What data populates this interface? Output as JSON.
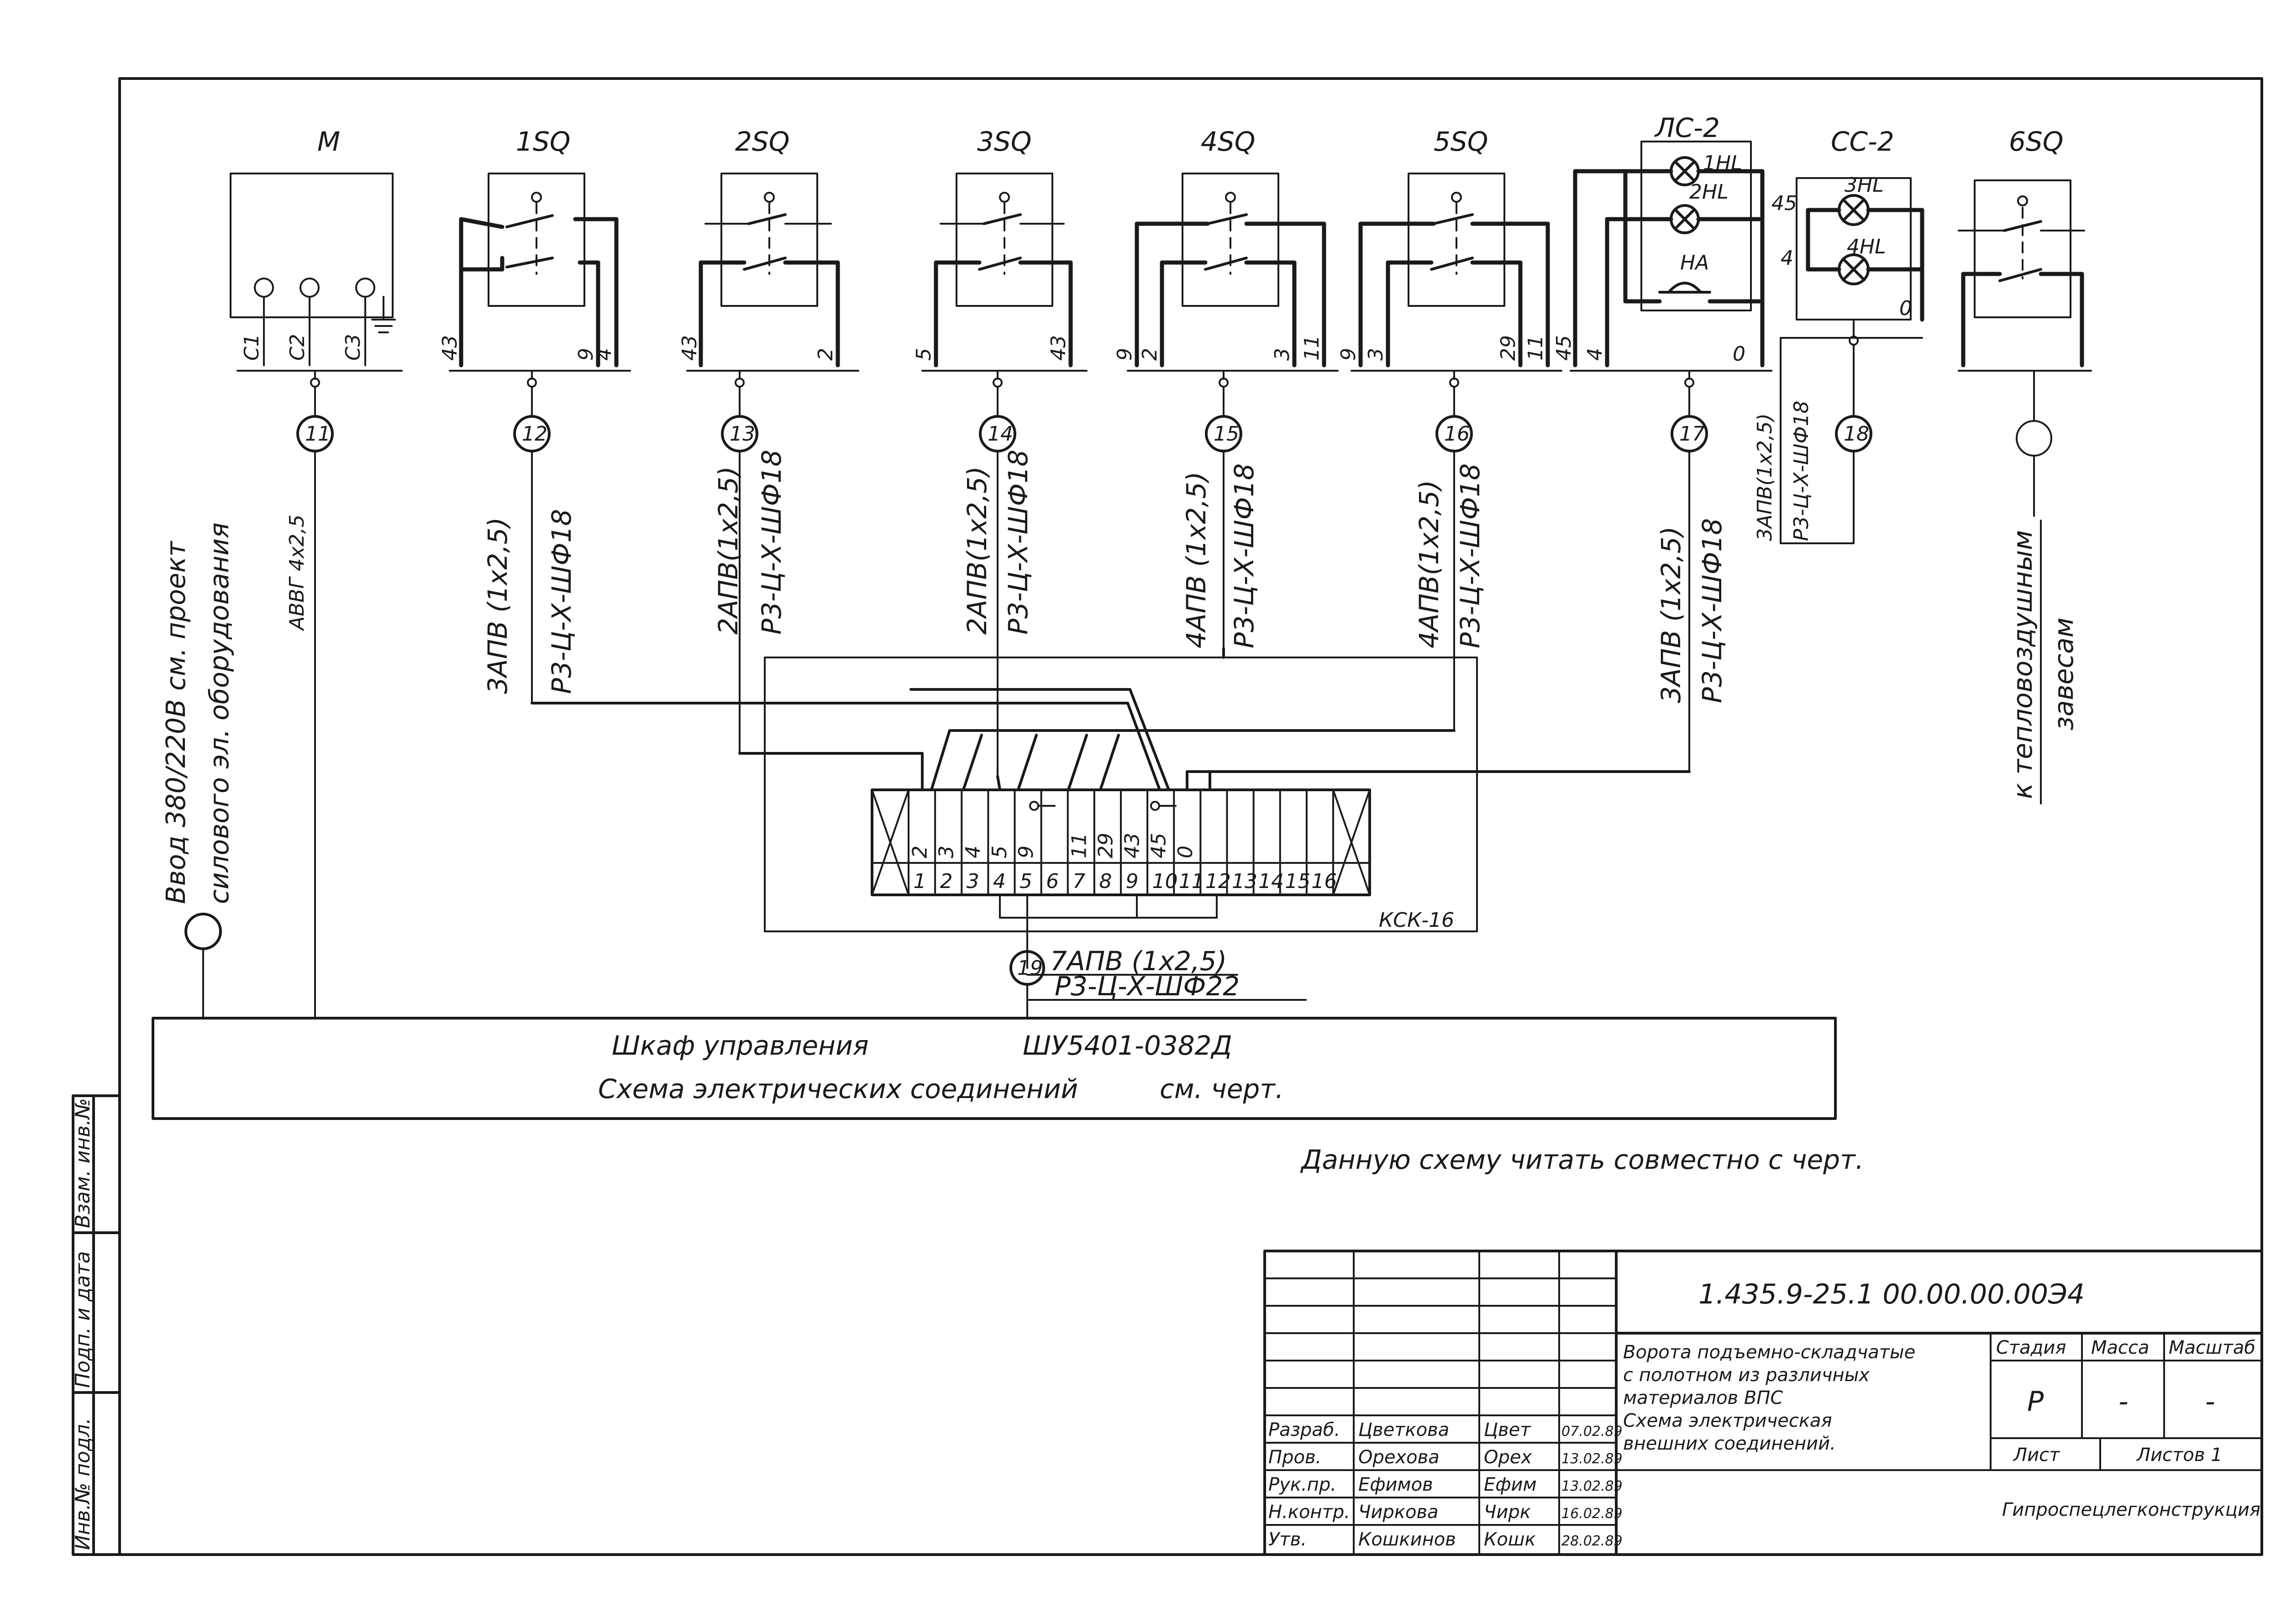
{
  "devices": [
    {
      "name": "M",
      "terminals": [
        "С1",
        "С2",
        "С3"
      ],
      "cable_num": "11",
      "cable_label": "АВВГ 4х2,5",
      "cable_label2": ""
    },
    {
      "name": "1SQ",
      "terminals": [
        "43",
        "9",
        "4"
      ],
      "cable_num": "12",
      "cable_label": "3АПВ (1х2,5)",
      "cable_label2": "Р3-Ц-Х-ШФ18"
    },
    {
      "name": "2SQ",
      "terminals": [
        "43",
        "2"
      ],
      "cable_num": "13",
      "cable_label": "2АПВ(1х2,5)",
      "cable_label2": "Р3-Ц-Х-ШФ18"
    },
    {
      "name": "3SQ",
      "terminals": [
        "5",
        "43"
      ],
      "cable_num": "14",
      "cable_label": "2АПВ(1х2,5)",
      "cable_label2": "Р3-Ц-Х-ШФ18"
    },
    {
      "name": "4SQ",
      "terminals": [
        "9",
        "2",
        "3",
        "11"
      ],
      "cable_num": "15",
      "cable_label": "4АПВ (1х2,5)",
      "cable_label2": "Р3-Ц-Х-ШФ18"
    },
    {
      "name": "5SQ",
      "terminals": [
        "9",
        "3",
        "29",
        "11"
      ],
      "cable_num": "16",
      "cable_label": "4АПВ(1х2,5)",
      "cable_label2": "Р3-Ц-Х-ШФ18"
    },
    {
      "name": "ЛС-2",
      "terminals": [
        "45",
        "4",
        "0"
      ],
      "cable_num": "17",
      "cable_label": "3АПВ (1х2,5)",
      "cable_label2": "Р3-Ц-Х-ШФ18"
    },
    {
      "name": "СС-2",
      "terminals": [
        "45",
        "4",
        "0"
      ],
      "cable_num": "18",
      "cable_label": "3АПВ(1х2,5)",
      "cable_label2": "Р3-Ц-Х-ШФ18"
    },
    {
      "name": "6SQ",
      "terminals": [],
      "cable_num": "",
      "cable_label": "к тепловоздушным",
      "cable_label2": "завесам"
    }
  ],
  "lamps": {
    "ls_1": "1HL",
    "ls_2": "2HL",
    "ls_ha": "НА",
    "cc_1": "3HL",
    "cc_2": "4HL"
  },
  "power_input": {
    "line1": "Ввод 380/220В см. проект",
    "line2": "силового эл. оборудования"
  },
  "terminal_block": {
    "name": "КСК-16",
    "upper": [
      "2",
      "3",
      "4",
      "5",
      "9",
      "",
      "11",
      "29",
      "43",
      "45",
      "0",
      "",
      "",
      "",
      "",
      ""
    ],
    "lower": [
      "1",
      "2",
      "3",
      "4",
      "5",
      "6",
      "7",
      "8",
      "9",
      "10",
      "11",
      "12",
      "13",
      "14",
      "15",
      "16"
    ]
  },
  "main_cable": {
    "num": "19",
    "label1": "7АПВ (1х2,5)",
    "label2": "Р3-Ц-Х-ШФ22"
  },
  "cabinet": {
    "line1": "Шкаф управления",
    "line1_model": "ШУ5401-0382Д",
    "line2": "Схема электрических соединений",
    "line2_ref": "см. черт."
  },
  "note": "Данную схему читать совместно с черт.",
  "title_block": {
    "doc_number": "1.435.9-25.1 00.00.00.00Э4",
    "title_lines": [
      "Ворота подъемно-складчатые",
      "с полотном из различных",
      "материалов ВПС",
      "Схема электрическая",
      "внешних соединений."
    ],
    "col_headers": {
      "stage": "Стадия",
      "mass": "Масса",
      "scale": "Масштаб"
    },
    "stage_value": "Р",
    "mass_value": "-",
    "scale_value": "-",
    "sheet_label": "Лист",
    "sheets_label": "Листов 1",
    "org": "Гипроспецлегконструкция",
    "rows": [
      {
        "role": "Разраб.",
        "name": "Цветкова",
        "sign": "Цвет",
        "date": "07.02.89"
      },
      {
        "role": "Пров.",
        "name": "Орехова",
        "sign": "Орех",
        "date": "13.02.89"
      },
      {
        "role": "Рук.пр.",
        "name": "Ефимов",
        "sign": "Ефим",
        "date": "13.02.89"
      },
      {
        "role": "Н.контр.",
        "name": "Чиркова",
        "sign": "Чирк",
        "date": "16.02.89"
      },
      {
        "role": "Утв.",
        "name": "Кошкинов",
        "sign": "Кошк",
        "date": "28.02.89"
      }
    ]
  },
  "side_stamp": [
    "Инв.№ подл.",
    "Подп. и дата",
    "Взам. инв.№"
  ]
}
